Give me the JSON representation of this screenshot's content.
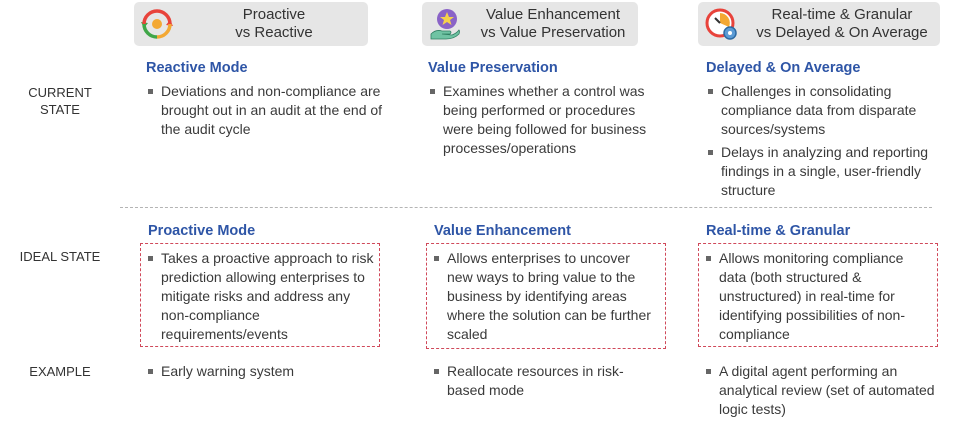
{
  "columns": [
    {
      "header_line1": "Proactive",
      "header_line2": "vs Reactive",
      "icon": "cycle-arrows-icon",
      "current_title": "Reactive Mode",
      "current_bullets": [
        "Deviations and non-compliance are brought out in an audit at the end of the audit cycle"
      ],
      "ideal_title": "Proactive Mode",
      "ideal_bullets": [
        "Takes a proactive approach to risk prediction allowing enterprises to mitigate risks and address any non-compliance requirements/events"
      ],
      "example_bullets": [
        "Early warning system"
      ]
    },
    {
      "header_line1": "Value Enhancement",
      "header_line2": "vs Value Preservation",
      "icon": "hand-star-icon",
      "current_title": "Value Preservation",
      "current_bullets": [
        "Examines whether a control was being performed or procedures were being followed for business processes/operations"
      ],
      "ideal_title": "Value Enhancement",
      "ideal_bullets": [
        "Allows enterprises to uncover new ways to bring value to the business by identifying areas where the solution can be further scaled"
      ],
      "example_bullets": [
        "Reallocate resources in risk-based mode"
      ]
    },
    {
      "header_line1": "Real-time & Granular",
      "header_line2": "vs Delayed & On Average",
      "icon": "clock-gear-icon",
      "current_title": "Delayed & On Average",
      "current_bullets": [
        "Challenges in consolidating compliance data from disparate sources/systems",
        "Delays in analyzing and reporting findings in a single, user-friendly structure"
      ],
      "ideal_title": "Real-time & Granular",
      "ideal_bullets": [
        "Allows monitoring compliance data (both structured & unstructured) in real-time for identifying possibilities of non-compliance"
      ],
      "example_bullets": [
        "A digital agent performing an analytical review (set of automated logic tests)"
      ]
    }
  ],
  "rows": {
    "current": "CURRENT STATE",
    "ideal": "IDEAL STATE",
    "example": "EXAMPLE"
  },
  "colors": {
    "accent_blue": "#2e55a6",
    "dash_red": "#d0495a",
    "header_bg": "#e6e6e6"
  }
}
